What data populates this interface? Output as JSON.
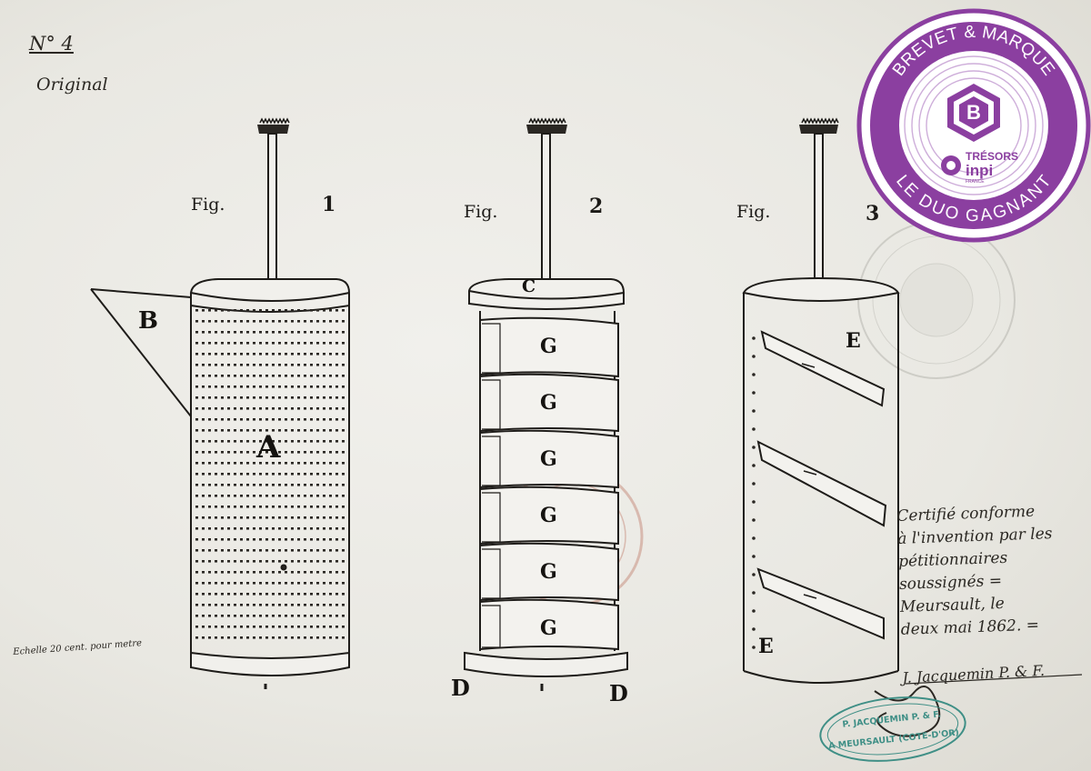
{
  "header": {
    "number_mark": "N° 4",
    "original_mark": "Original"
  },
  "figures": [
    {
      "word": "Fig.",
      "number": "1"
    },
    {
      "word": "Fig.",
      "number": "2"
    },
    {
      "word": "Fig.",
      "number": "3"
    }
  ],
  "letters": {
    "fig1_a": "A",
    "fig1_b": "B",
    "fig2_c": "C",
    "fig2_g": [
      "G",
      "G",
      "G",
      "G",
      "G",
      "G"
    ],
    "fig2_d_left": "D",
    "fig2_d_right": "D",
    "fig3_e_top": "E",
    "fig3_e_bottom": "E"
  },
  "scale_note": "Echelle 20 cent. pour metre",
  "certification": {
    "lines": [
      "Certifié conforme",
      "à l'invention par les",
      "pétitionnaires",
      "soussignés =",
      "Meursault, le",
      "deux mai 1862. ="
    ],
    "signature": "J. Jacquemin P. & F."
  },
  "stamp": {
    "line1": "P. JACQUEMIN P. & F.",
    "line2": "A MEURSAULT (COTE-D'OR)"
  },
  "badge": {
    "top_text": "BREVET & MARQUE",
    "bottom_text": "LE DUO GAGNANT",
    "letter": "B",
    "brand_line1": "TRÉSORS",
    "brand_line2": "inpi",
    "brand_line3": "FRANCE",
    "purple": "#8b3fa0",
    "light_purple": "#c9a6d6"
  }
}
